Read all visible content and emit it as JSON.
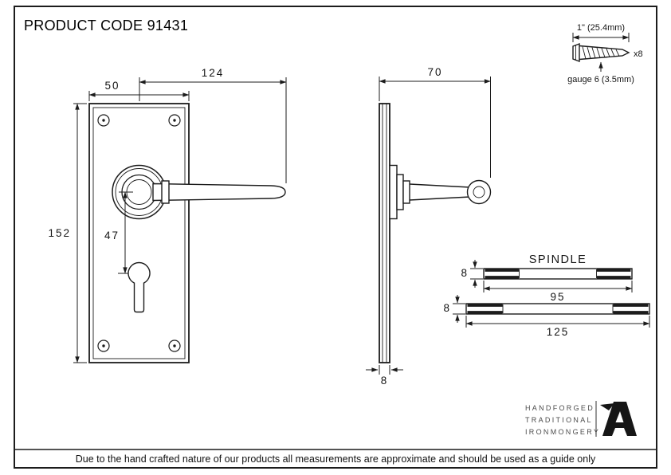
{
  "title": "PRODUCT CODE 91431",
  "footer": "Due to the hand crafted nature of our products all measurements are approximate and should be used as a guide only",
  "screw": {
    "length": "1\" (25.4mm)",
    "quantity": "x8",
    "gauge": "gauge 6 (3.5mm)"
  },
  "front_view": {
    "plate_width": "50",
    "lever_length": "124",
    "plate_height": "152",
    "keyhole_centres": "47"
  },
  "side_view": {
    "projection": "70",
    "plate_thickness": "8"
  },
  "spindle": {
    "heading": "SPINDLE",
    "short_bar": {
      "thickness": "8",
      "length": "95"
    },
    "long_bar": {
      "thickness": "8",
      "length": "125"
    }
  },
  "brand": {
    "line1": "HANDFORGED",
    "line2": "TRADITIONAL",
    "line3": "IRONMONGERY"
  },
  "colors": {
    "line": "#1c1c1c",
    "background": "#ffffff",
    "brand_text": "#4b4b4b"
  }
}
